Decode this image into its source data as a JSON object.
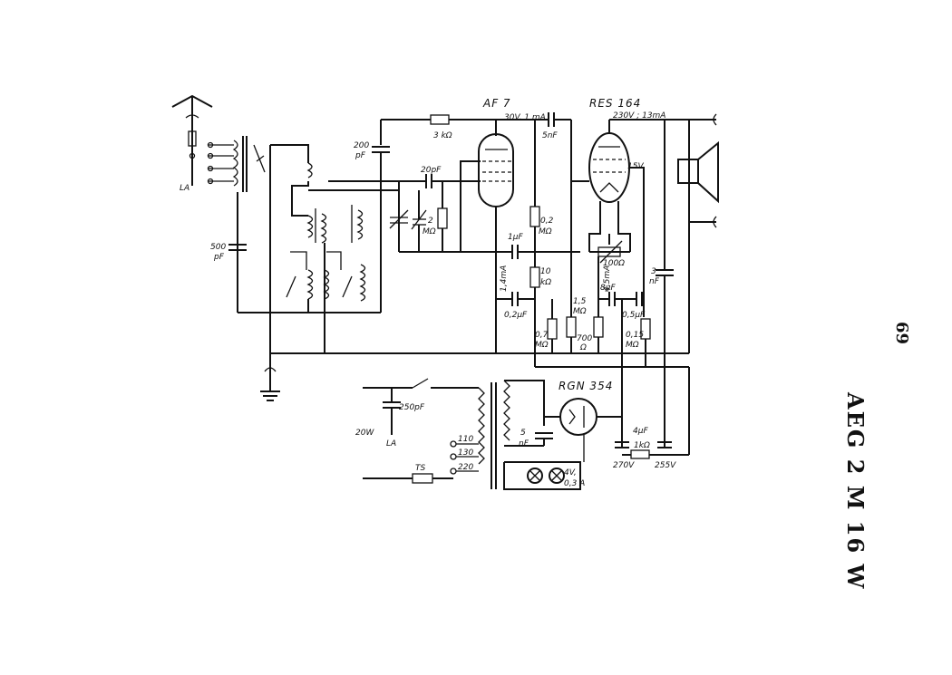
{
  "side": {
    "title": "AEG 2 M 16 W",
    "page": "69"
  },
  "tubes": {
    "af7": "AF 7",
    "res164": "RES 164",
    "rgn354": "RGN 354"
  },
  "labels": {
    "antenna": "LA",
    "ground_la": "LA",
    "c500": "500",
    "c500u": "pF",
    "c200": "200",
    "c200u": "pF",
    "r3k": "3 kΩ",
    "af7_supply": "30V, 1 mA",
    "c5n": "5nF",
    "c20p": "20pF",
    "r2m": "2",
    "r2mu": "MΩ",
    "r02m": "0,2",
    "r02mu": "MΩ",
    "c1u": "1μF",
    "r10k": "10",
    "r10ku": "kΩ",
    "i14": "1,4mA",
    "c02u": "0,2μF",
    "r07": "0,7",
    "r07u": "MΩ",
    "r15": "1,5",
    "r15u": "MΩ",
    "i45": "4,5mA",
    "c8u": "8μF",
    "r700": "700",
    "r700u": "Ω",
    "res_supply": "230V ; 13mA",
    "v15": "15V",
    "r100": "100Ω",
    "c3n": "3",
    "c3nu": "nF",
    "c05u": "0,5μF",
    "r015": "0,15",
    "r015u": "MΩ",
    "c250": "250pF",
    "w20": "20W",
    "la_bottom": "LA",
    "tap110": "110",
    "tap130": "130",
    "tap220": "220",
    "ts": "TS",
    "c5n2": "5",
    "c5n2u": "nF",
    "c4u": "4μF",
    "r1k": "1kΩ",
    "lamp": "4V,",
    "lampa": "0,3 A",
    "v270": "270V",
    "v255": "255V"
  }
}
